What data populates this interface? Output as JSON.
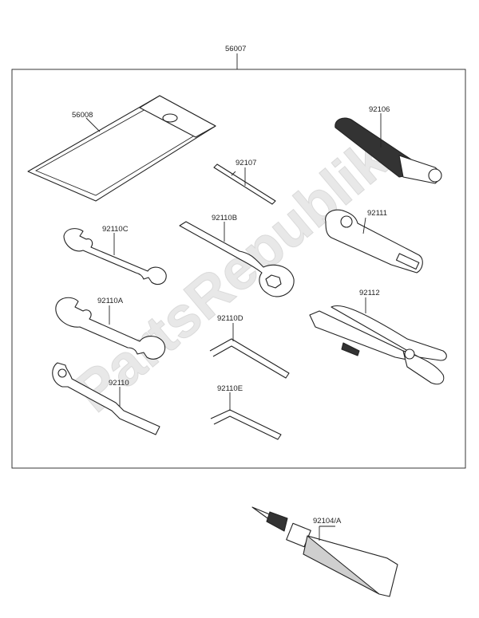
{
  "watermark": "PartsRepublik",
  "parts": {
    "kit": "56007",
    "pouch": "56008",
    "screwdriver_handle": "92106",
    "screwdriver_bit": "92107",
    "wrench_c": "92110C",
    "wrench_b": "92110B",
    "wrench_11": "92111",
    "wrench_a": "92110A",
    "hex_d": "92110D",
    "pliers": "92112",
    "hook_wrench": "92110",
    "hex_e": "92110E",
    "sealant": "92104/A"
  }
}
